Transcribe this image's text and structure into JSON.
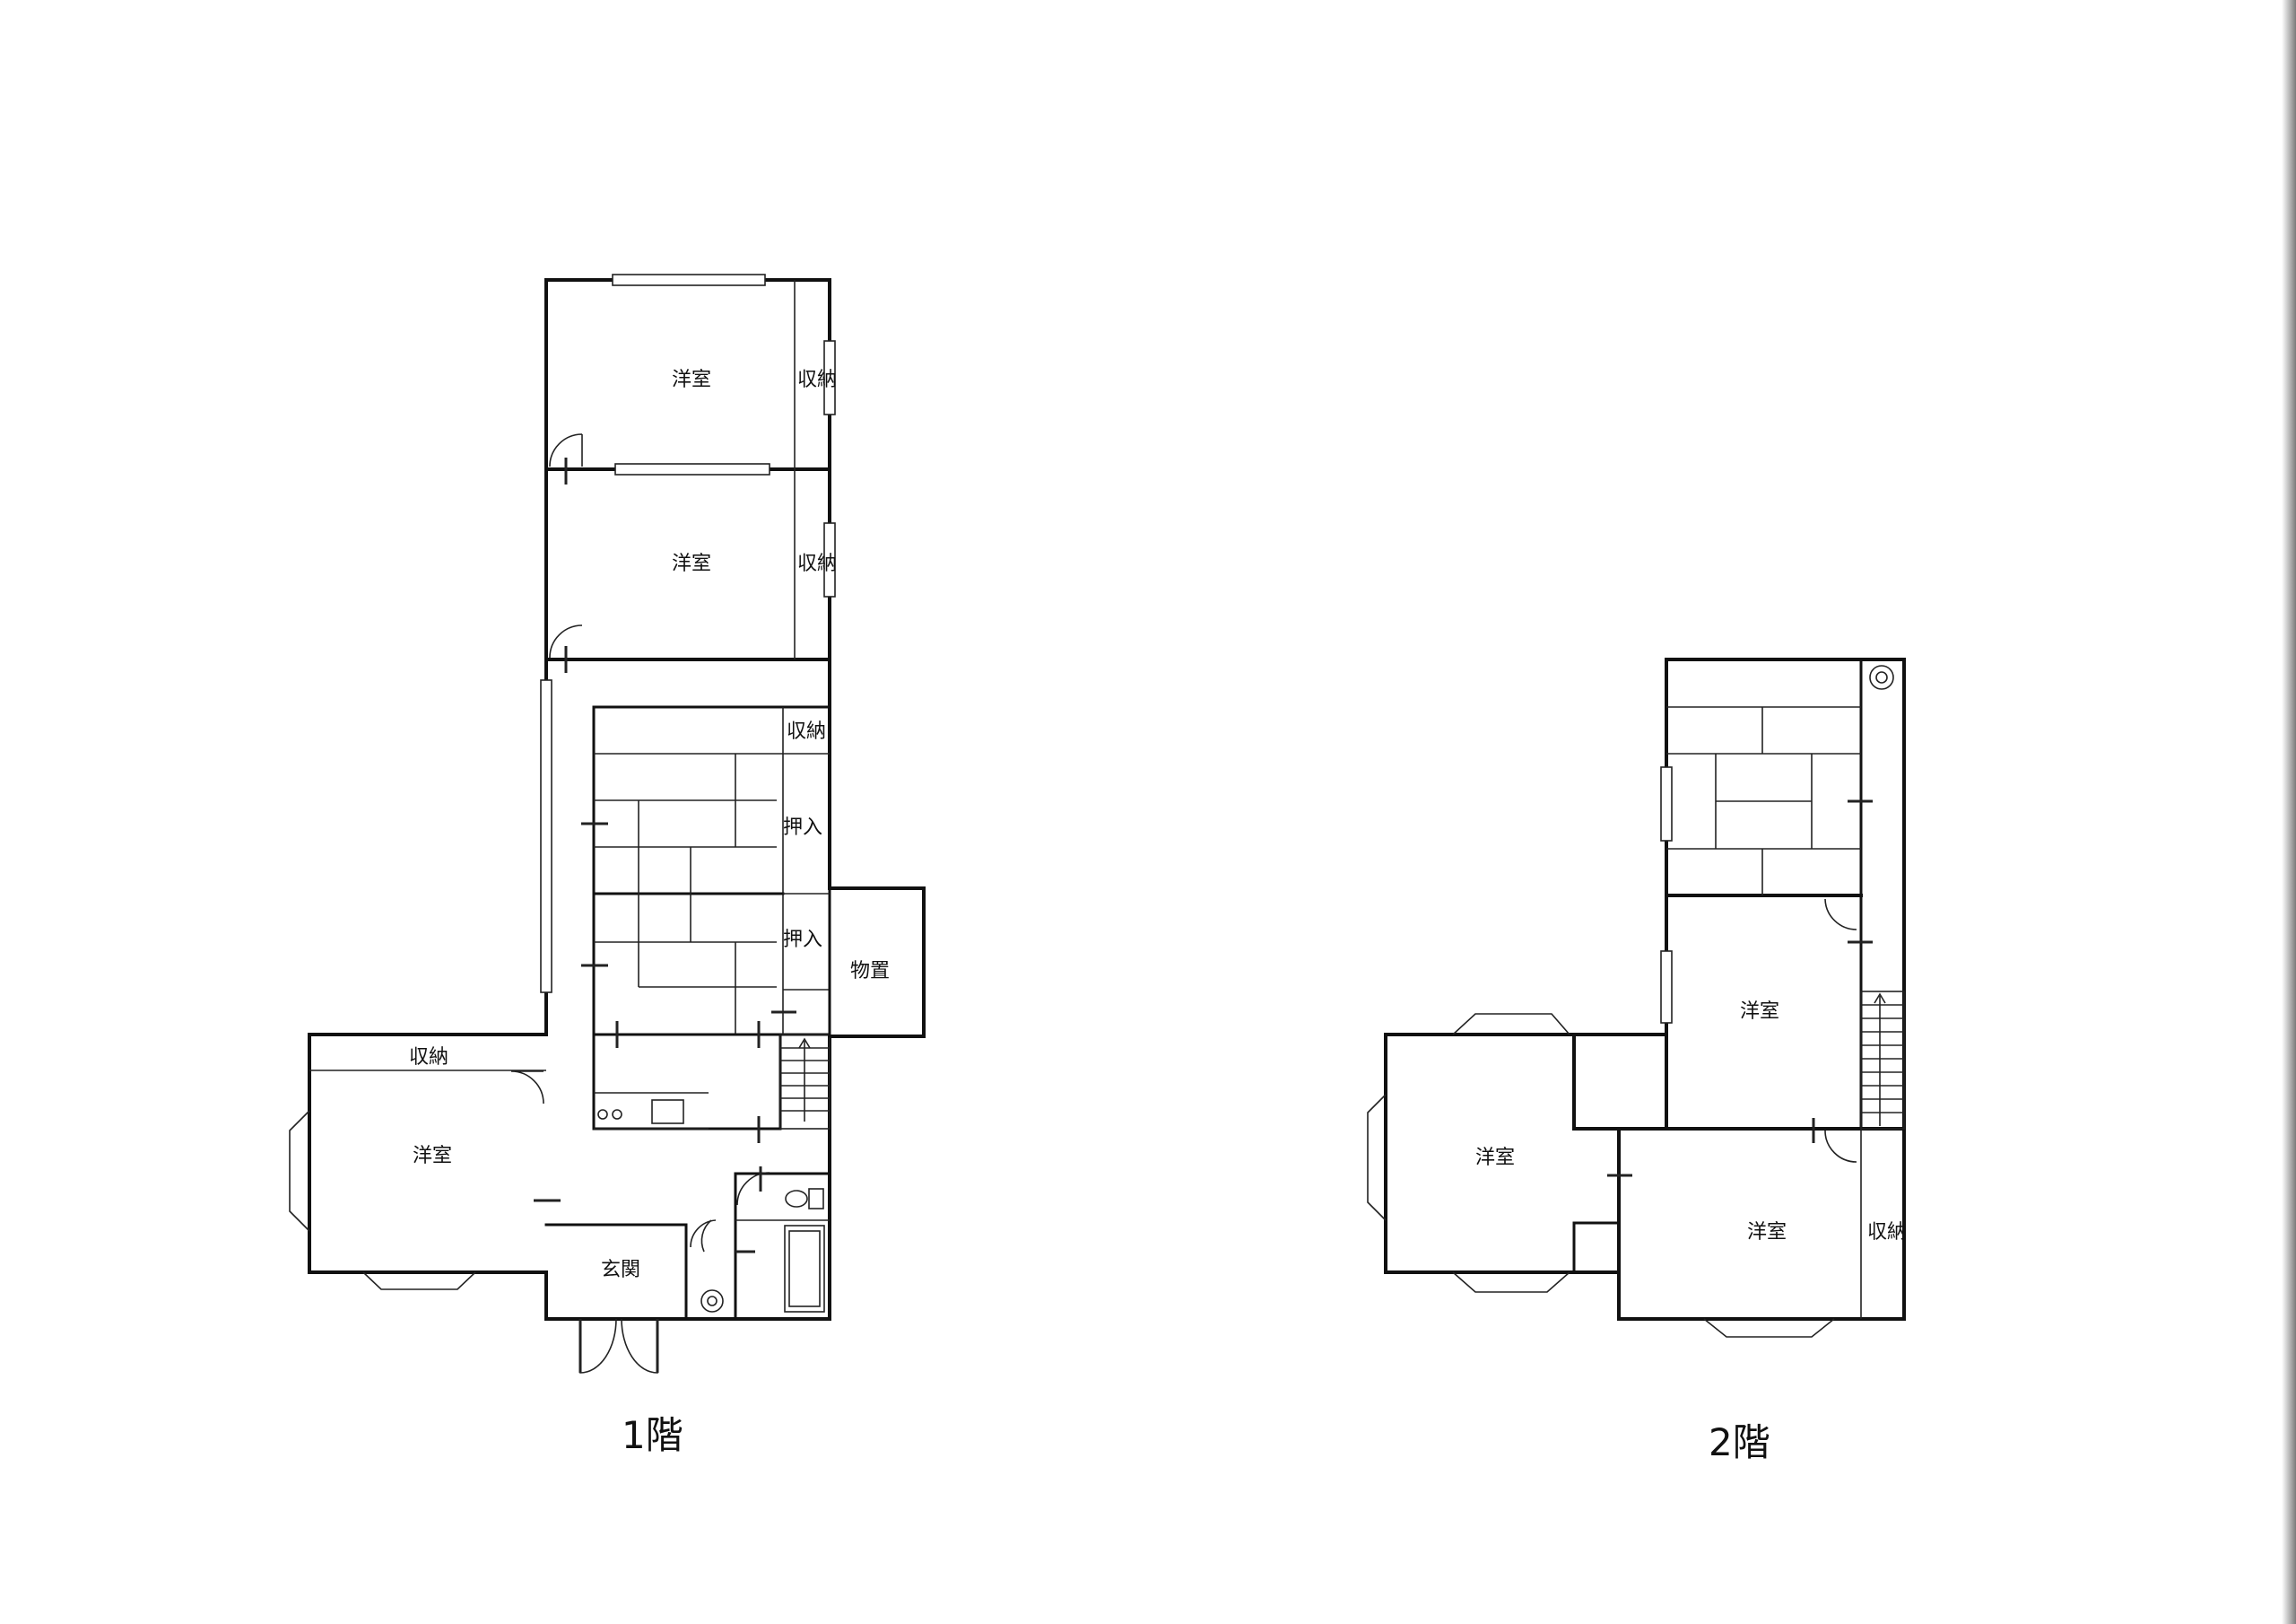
{
  "floors": [
    {
      "label": "1階"
    },
    {
      "label": "2階"
    }
  ],
  "rooms_1f": {
    "western_top": "洋室",
    "storage_top": "収納",
    "western_mid": "洋室",
    "storage_mid": "収納",
    "storage_small": "収納",
    "oshiire_upper": "押入",
    "oshiire_lower": "押入",
    "shed": "物置",
    "storage_left": "収納",
    "western_left": "洋室",
    "entrance": "玄関"
  },
  "rooms_2f": {
    "western_upper": "洋室",
    "western_left": "洋室",
    "western_lower": "洋室",
    "storage_right": "収納"
  },
  "colors": {
    "line": "#111111",
    "background": "#ffffff"
  }
}
